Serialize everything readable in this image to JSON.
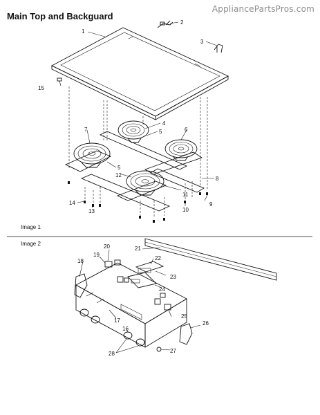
{
  "watermark": "AppliancePartsPros.com",
  "title": "Main Top and Backguard",
  "image_labels": [
    "Image 1",
    "Image 2"
  ],
  "callouts": {
    "c1": "1",
    "c2": "2",
    "c3": "3",
    "c4": "4",
    "c5a": "5",
    "c5b": "5",
    "c6": "6",
    "c7": "7",
    "c8": "8",
    "c9": "9",
    "c10": "10",
    "c11": "11",
    "c12": "12",
    "c13": "13",
    "c14": "14",
    "c15": "15",
    "c16": "16",
    "c17": "17",
    "c18": "18",
    "c19": "19",
    "c20": "20",
    "c21": "21",
    "c22": "22",
    "c23": "23",
    "c24": "24",
    "c25": "25",
    "c26": "26",
    "c27": "27",
    "c28": "28"
  }
}
